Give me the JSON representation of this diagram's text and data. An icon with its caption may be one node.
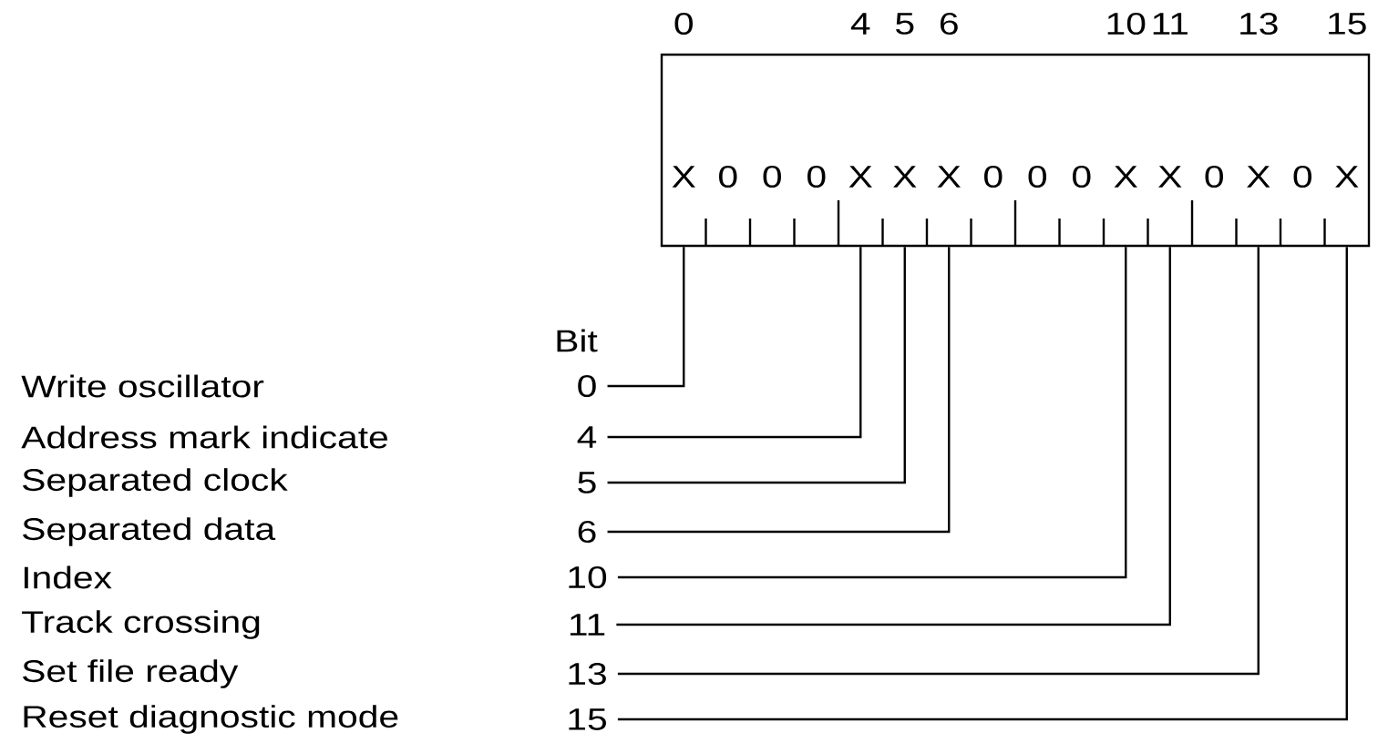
{
  "diagram": {
    "nodes": [
      {
        "text": [],
        "shape": "box"
      },
      {
        "text": [
          "0"
        ]
      },
      {
        "text": [
          "4"
        ]
      },
      {
        "text": [
          "5"
        ]
      },
      {
        "text": [
          "6"
        ]
      },
      {
        "text": [
          "10"
        ]
      },
      {
        "text": [
          "11"
        ]
      },
      {
        "text": [
          "13"
        ]
      },
      {
        "text": [
          "15"
        ]
      }
    ],
    "edges": [
      {
        "from": 1,
        "to": 0,
        "arrow": "none"
      },
      {
        "from": 2,
        "to": 0,
        "arrow": "none"
      },
      {
        "from": 3,
        "to": 0,
        "arrow": "none"
      },
      {
        "from": 4,
        "to": 0,
        "arrow": "none"
      },
      {
        "from": 5,
        "to": 0,
        "arrow": "none"
      },
      {
        "from": 6,
        "to": 0,
        "arrow": "none"
      },
      {
        "from": 7,
        "to": 0,
        "arrow": "none"
      },
      {
        "from": 8,
        "to": 0,
        "arrow": "none"
      }
    ],
    "labels": [
      "0",
      "4",
      "5",
      "6",
      "10",
      "11",
      "13",
      "15",
      "X",
      "0",
      "0",
      "0",
      "X",
      "X",
      "X",
      "0",
      "0",
      "0",
      "X",
      "X",
      "0",
      "X",
      "0",
      "X",
      "Bit",
      "Write oscillator",
      "Address mark indicate",
      "Separated clock",
      "Separated data",
      "Index",
      "Track crossing",
      "Set file ready",
      "Reset diagnostic mode"
    ]
  }
}
